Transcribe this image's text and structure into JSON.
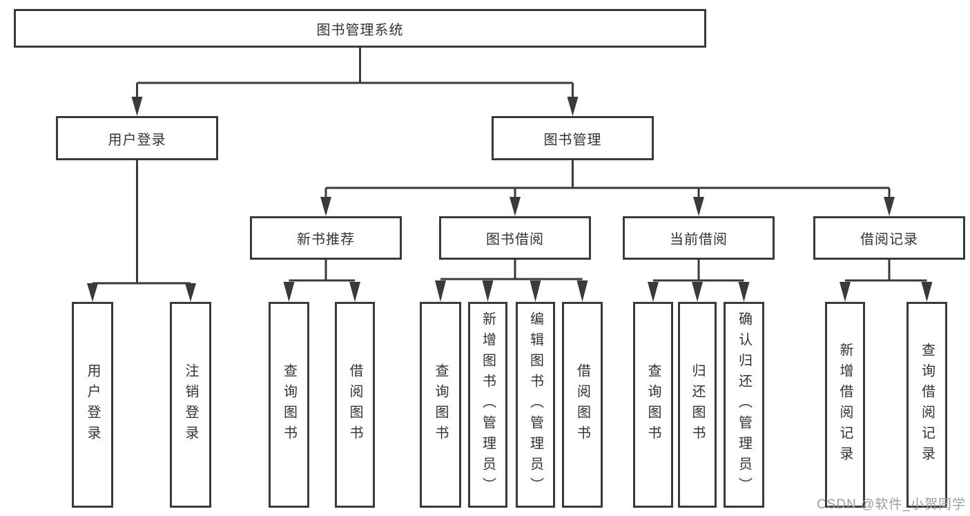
{
  "title": {
    "label": "图书管理系统"
  },
  "level2": [
    {
      "label": "用户登录"
    },
    {
      "label": "图书管理"
    }
  ],
  "level3": [
    {
      "label": "新书推荐"
    },
    {
      "label": "图书借阅"
    },
    {
      "label": "当前借阅"
    },
    {
      "label": "借阅记录"
    }
  ],
  "leaf_groups": [
    {
      "parent": "用户登录",
      "items": [
        {
          "label": "用户登录"
        },
        {
          "label": "注销登录"
        }
      ]
    },
    {
      "parent": "新书推荐",
      "items": [
        {
          "label": "查询图书"
        },
        {
          "label": "借阅图书"
        }
      ]
    },
    {
      "parent": "图书借阅",
      "items": [
        {
          "label": "查询图书"
        },
        {
          "label": "新增图书（管理员）"
        },
        {
          "label": "编辑图书（管理员）"
        },
        {
          "label": "借阅图书"
        }
      ]
    },
    {
      "parent": "当前借阅",
      "items": [
        {
          "label": "查询图书"
        },
        {
          "label": "归还图书"
        },
        {
          "label": "确认归还（管理员）"
        }
      ]
    },
    {
      "parent": "借阅记录",
      "items": [
        {
          "label": "新增借阅记录"
        },
        {
          "label": "查询借阅记录"
        }
      ]
    }
  ],
  "watermark": {
    "label": "CSDN @软件_小贺同学"
  },
  "colors": {
    "line": "#3a3a3a",
    "text": "#333333",
    "box_background": "#ffffff",
    "watermark": "#9c9c9c"
  }
}
